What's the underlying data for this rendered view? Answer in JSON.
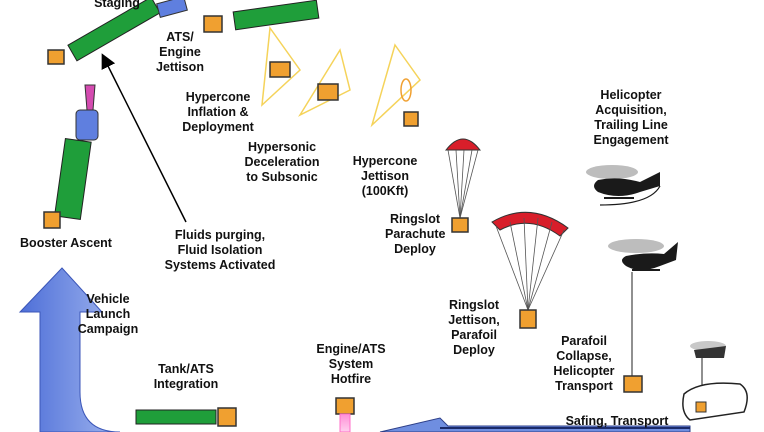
{
  "labels": {
    "staging": "Staging",
    "ats_engine_jettison": "ATS/\nEngine\nJettison",
    "hypercone_inflation": "Hypercone\nInflation &\nDeployment",
    "hypersonic_deceleration": "Hypersonic\nDeceleration\nto Subsonic",
    "hypercone_jettison": "Hypercone\nJettison\n(100Kft)",
    "helicopter_acquisition": "Helicopter\nAcquisition,\nTrailing Line\nEngagement",
    "ringslot_parachute": "Ringslot\nParachute\nDeploy",
    "booster_ascent": "Booster Ascent",
    "fluids_purging": "Fluids purging,\nFluid Isolation\nSystems Activated",
    "vehicle_launch": "Vehicle\nLaunch\nCampaign",
    "ringslot_jettison": "Ringslot\nJettison,\nParafoil\nDeploy",
    "parafoil_collapse": "Parafoil\nCollapse,\nHelicopter\nTransport",
    "engine_ats_hotfire": "Engine/ATS\nSystem\nHotfire",
    "tank_ats_integration": "Tank/ATS\nIntegration",
    "safing_transport": "Safing, Transport"
  },
  "colors": {
    "booster_green": "#1f9e3a",
    "engine_orange": "#f0a030",
    "nose_blue": "#5f7fdf",
    "hypercone_yellow": "#f5d35a",
    "parachute_red": "#d81e2a",
    "helicopter_black": "#1a1a1a",
    "flow_arrow_blue": "#6f8ee0"
  }
}
